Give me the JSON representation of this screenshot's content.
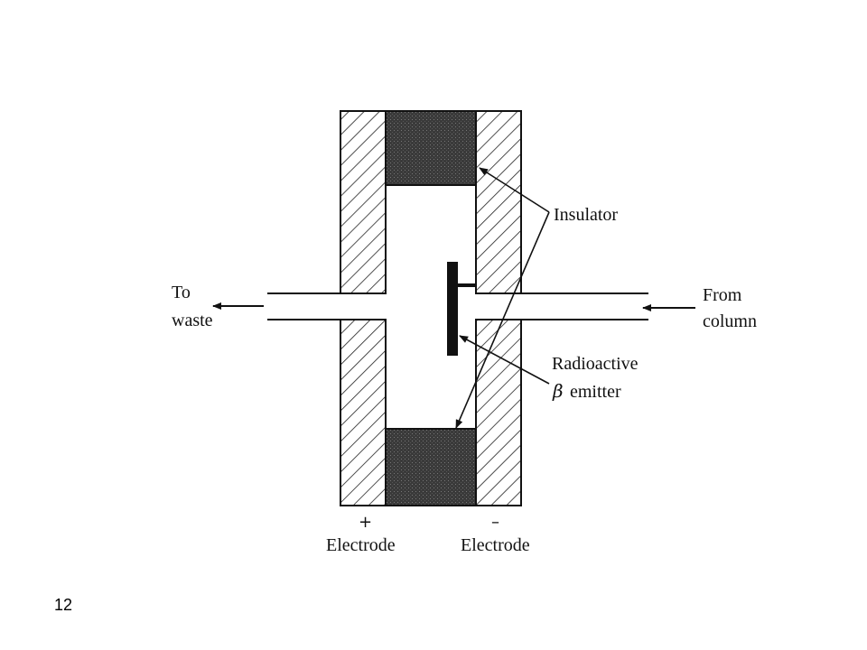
{
  "diagram": {
    "labels": {
      "insulator": "Insulator",
      "to_waste_line1": "To",
      "to_waste_line2": "waste",
      "from_column_line1": "From",
      "from_column_line2": "column",
      "radioactive_line1": "Radioactive",
      "emitter_symbol": "β",
      "emitter_word": "emitter",
      "positive_sign": "+",
      "negative_sign": "–",
      "positive_electrode": "Electrode",
      "negative_electrode": "Electrode"
    }
  },
  "page_number": "12"
}
